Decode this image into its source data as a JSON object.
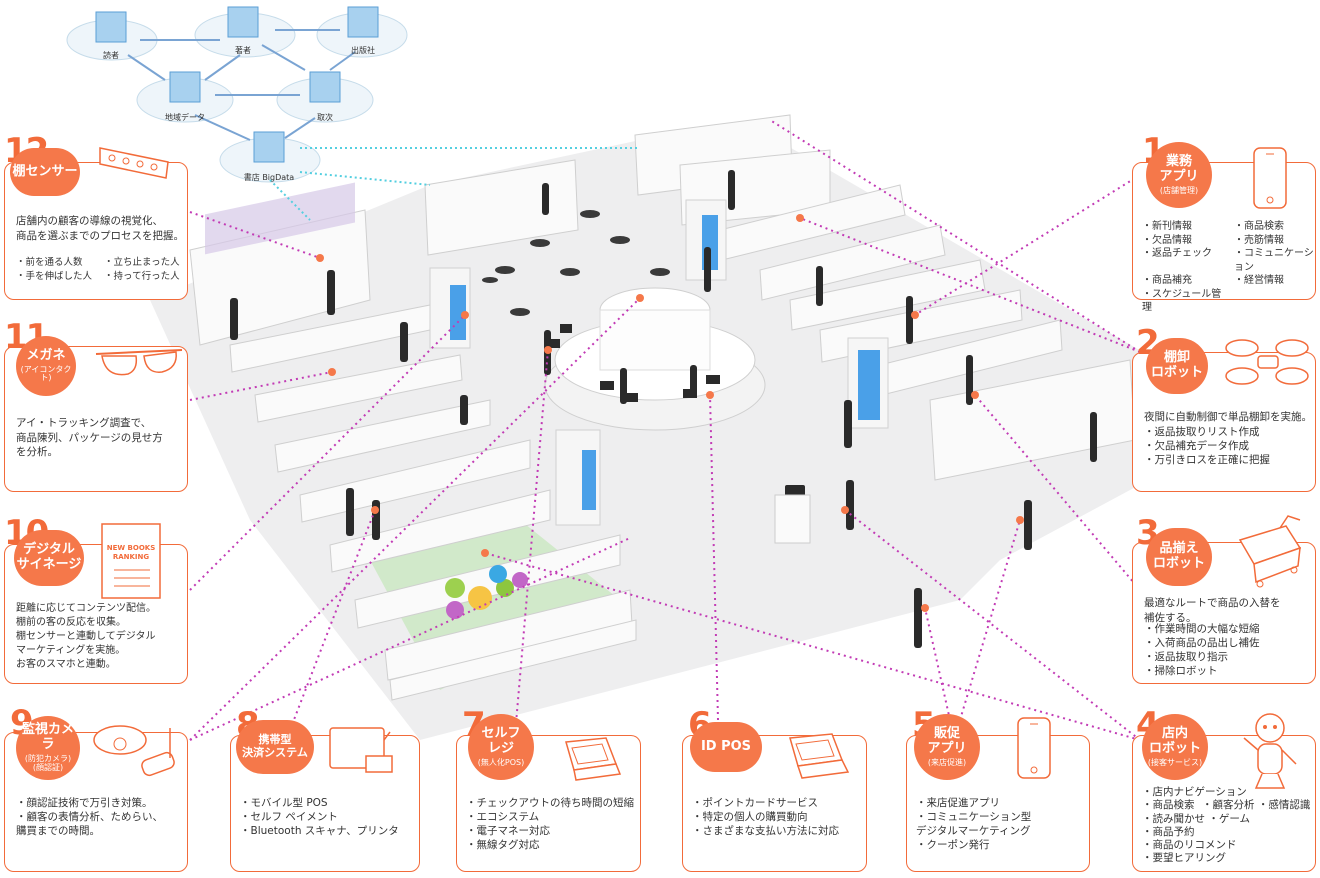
{
  "colors": {
    "accent": "#f26b3a",
    "bubble": "#f5784a",
    "connector": "#c23bb5",
    "bigdata_link": "#55cfe0"
  },
  "network": {
    "nodes": [
      "読者",
      "著者",
      "出版社",
      "地域データ",
      "取次",
      "書店 BigData"
    ]
  },
  "panels": [
    {
      "num": "12",
      "title": "棚センサー",
      "sub": "",
      "icon": "shelf-sensor-icon",
      "desc": "店舗内の顧客の導線の視覚化、\n商品を選ぶまでのプロセスを把握。",
      "items": [
        "前を通る人数",
        "立ち止まった人",
        "手を伸ばした人",
        "持って行った人"
      ]
    },
    {
      "num": "11",
      "title": "メガネ",
      "sub": "(アイコンタクト)",
      "icon": "eyeglasses-icon",
      "desc": "アイ・トラッキング調査で、\n商品陳列、パッケージの見せ方\nを分析。",
      "items": []
    },
    {
      "num": "10",
      "title": "デジタル\nサイネージ",
      "sub": "",
      "icon": "signage-ranking-icon",
      "icon_text": {
        "line1": "NEW BOOKS",
        "line2": "RANKING"
      },
      "desc": "距離に応じてコンテンツ配信。\n棚前の客の反応を収集。\n棚センサーと連動してデジタル\nマーケティングを実施。\nお客のスマホと連動。",
      "items": []
    },
    {
      "num": "9",
      "title": "監視カメラ",
      "sub": "(防犯カメラ)\n(顔認証)",
      "icon": "security-camera-icon",
      "desc": "",
      "items": [
        "顔認証技術で万引き対策。",
        "顧客の表情分析、ためらい、\n購買までの時間。"
      ]
    },
    {
      "num": "8",
      "title": "携帯型\n決済システム",
      "sub": "",
      "icon": "mobile-payment-icon",
      "desc": "",
      "items": [
        "モバイル型 POS",
        "セルフ ペイメント",
        "Bluetooth スキャナ、プリンタ"
      ]
    },
    {
      "num": "7",
      "title": "セルフ\nレジ",
      "sub": "(無人化POS)",
      "icon": "self-register-icon",
      "desc": "",
      "items": [
        "チェックアウトの待ち時間の短縮",
        "エコシステム",
        "電子マネー対応",
        "無線タグ対応"
      ]
    },
    {
      "num": "6",
      "title": "ID POS",
      "sub": "",
      "icon": "pos-terminal-icon",
      "desc": "",
      "items": [
        "ポイントカードサービス",
        "特定の個人の購買動向",
        "さまざまな支払い方法に対応"
      ]
    },
    {
      "num": "5",
      "title": "販促\nアプリ",
      "sub": "(来店促進)",
      "icon": "smartphone-icon",
      "desc": "",
      "items": [
        "来店促進アプリ",
        "コミュニケーション型\nデジタルマーケティング",
        "クーポン発行"
      ]
    },
    {
      "num": "4",
      "title": "店内\nロボット",
      "sub": "(接客サービス)",
      "icon": "humanoid-robot-icon",
      "desc": "",
      "items": [
        "店内ナビゲーション",
        "商品検索",
        "顧客分析",
        "感情認識",
        "読み聞かせ",
        "ゲーム",
        "商品予約",
        "商品のリコメンド",
        "要望ヒアリング"
      ]
    },
    {
      "num": "3",
      "title": "品揃え\nロボット",
      "sub": "",
      "icon": "shopping-cart-icon",
      "desc": "最適なルートで商品の入替を\n補佐する。",
      "items": [
        "作業時間の大幅な短縮",
        "入荷商品の品出し補佐",
        "返品抜取り指示",
        "掃除ロボット"
      ]
    },
    {
      "num": "2",
      "title": "棚卸\nロボット",
      "sub": "",
      "icon": "drone-icon",
      "desc": "夜間に自動制御で単品棚卸を実施。",
      "items": [
        "返品抜取りリスト作成",
        "欠品補充データ作成",
        "万引きロスを正確に把握"
      ]
    },
    {
      "num": "1",
      "title": "業務\nアプリ",
      "sub": "(店舗管理)",
      "icon": "smartphone-icon",
      "desc": "",
      "items": [
        "新刊情報",
        "商品検索",
        "欠品情報",
        "売筋情報",
        "返品チェック",
        "コミュニケーション",
        "商品補充",
        "経営情報",
        "スケジュール管理"
      ]
    }
  ]
}
